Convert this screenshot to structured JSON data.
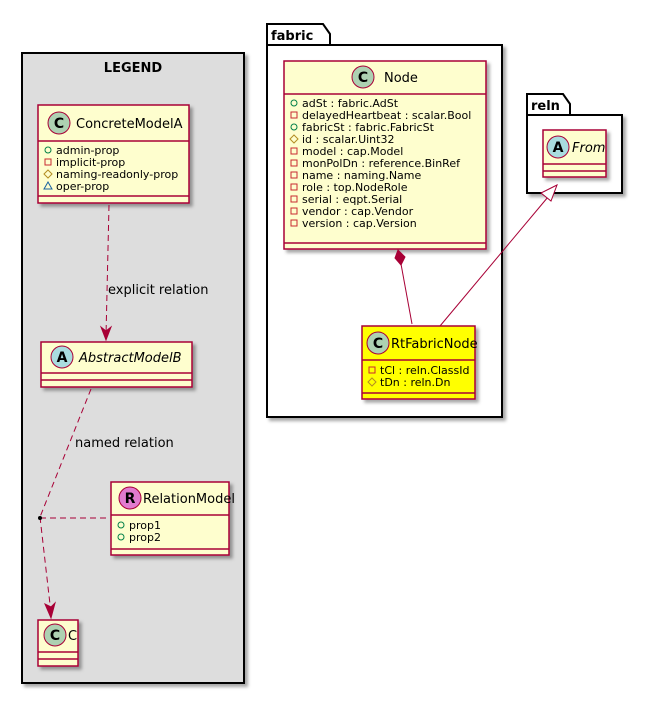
{
  "legend": {
    "title": "LEGEND",
    "concrete": {
      "stereo": "C",
      "name": "ConcreteModelA",
      "fields": [
        {
          "vis": "public",
          "text": "admin-prop"
        },
        {
          "vis": "private",
          "text": "implicit-prop"
        },
        {
          "vis": "protected",
          "text": "naming-readonly-prop"
        },
        {
          "vis": "package",
          "text": "oper-prop"
        }
      ]
    },
    "abstract": {
      "stereo": "A",
      "name": "AbstractModelB"
    },
    "relation": {
      "stereo": "R",
      "name": "RelationModel",
      "fields": [
        {
          "vis": "public",
          "text": "prop1"
        },
        {
          "vis": "public",
          "text": "prop2"
        }
      ]
    },
    "c": {
      "stereo": "C",
      "name": "C"
    },
    "explicit_label": "explicit relation",
    "named_label": "named relation"
  },
  "fabric": {
    "package": "fabric",
    "node": {
      "stereo": "C",
      "name": "Node",
      "fields": [
        {
          "vis": "public",
          "text": "adSt : fabric.AdSt"
        },
        {
          "vis": "private",
          "text": "delayedHeartbeat : scalar.Bool"
        },
        {
          "vis": "public",
          "text": "fabricSt : fabric.FabricSt"
        },
        {
          "vis": "protected",
          "text": "id : scalar.Uint32"
        },
        {
          "vis": "private",
          "text": "model : cap.Model"
        },
        {
          "vis": "private",
          "text": "monPolDn : reference.BinRef"
        },
        {
          "vis": "private",
          "text": "name : naming.Name"
        },
        {
          "vis": "private",
          "text": "role : top.NodeRole"
        },
        {
          "vis": "private",
          "text": "serial : eqpt.Serial"
        },
        {
          "vis": "private",
          "text": "vendor : cap.Vendor"
        },
        {
          "vis": "private",
          "text": "version : cap.Version"
        }
      ]
    },
    "rtfabricnode": {
      "stereo": "C",
      "name": "RtFabricNode",
      "fields": [
        {
          "vis": "private",
          "text": "tCl : reln.ClassId"
        },
        {
          "vis": "protected",
          "text": "tDn : reln.Dn"
        }
      ]
    }
  },
  "reln": {
    "package": "reln",
    "from": {
      "stereo": "A",
      "name": "From"
    }
  },
  "colors": {
    "class_fill": "#FEFECE",
    "class_border": "#A80036",
    "highlight_fill": "#FFFF00",
    "legend_fill": "#DDDDDD",
    "circle_c": "#ADD1B2",
    "circle_a": "#A9DCDF",
    "circle_r": "#E17BCF"
  }
}
